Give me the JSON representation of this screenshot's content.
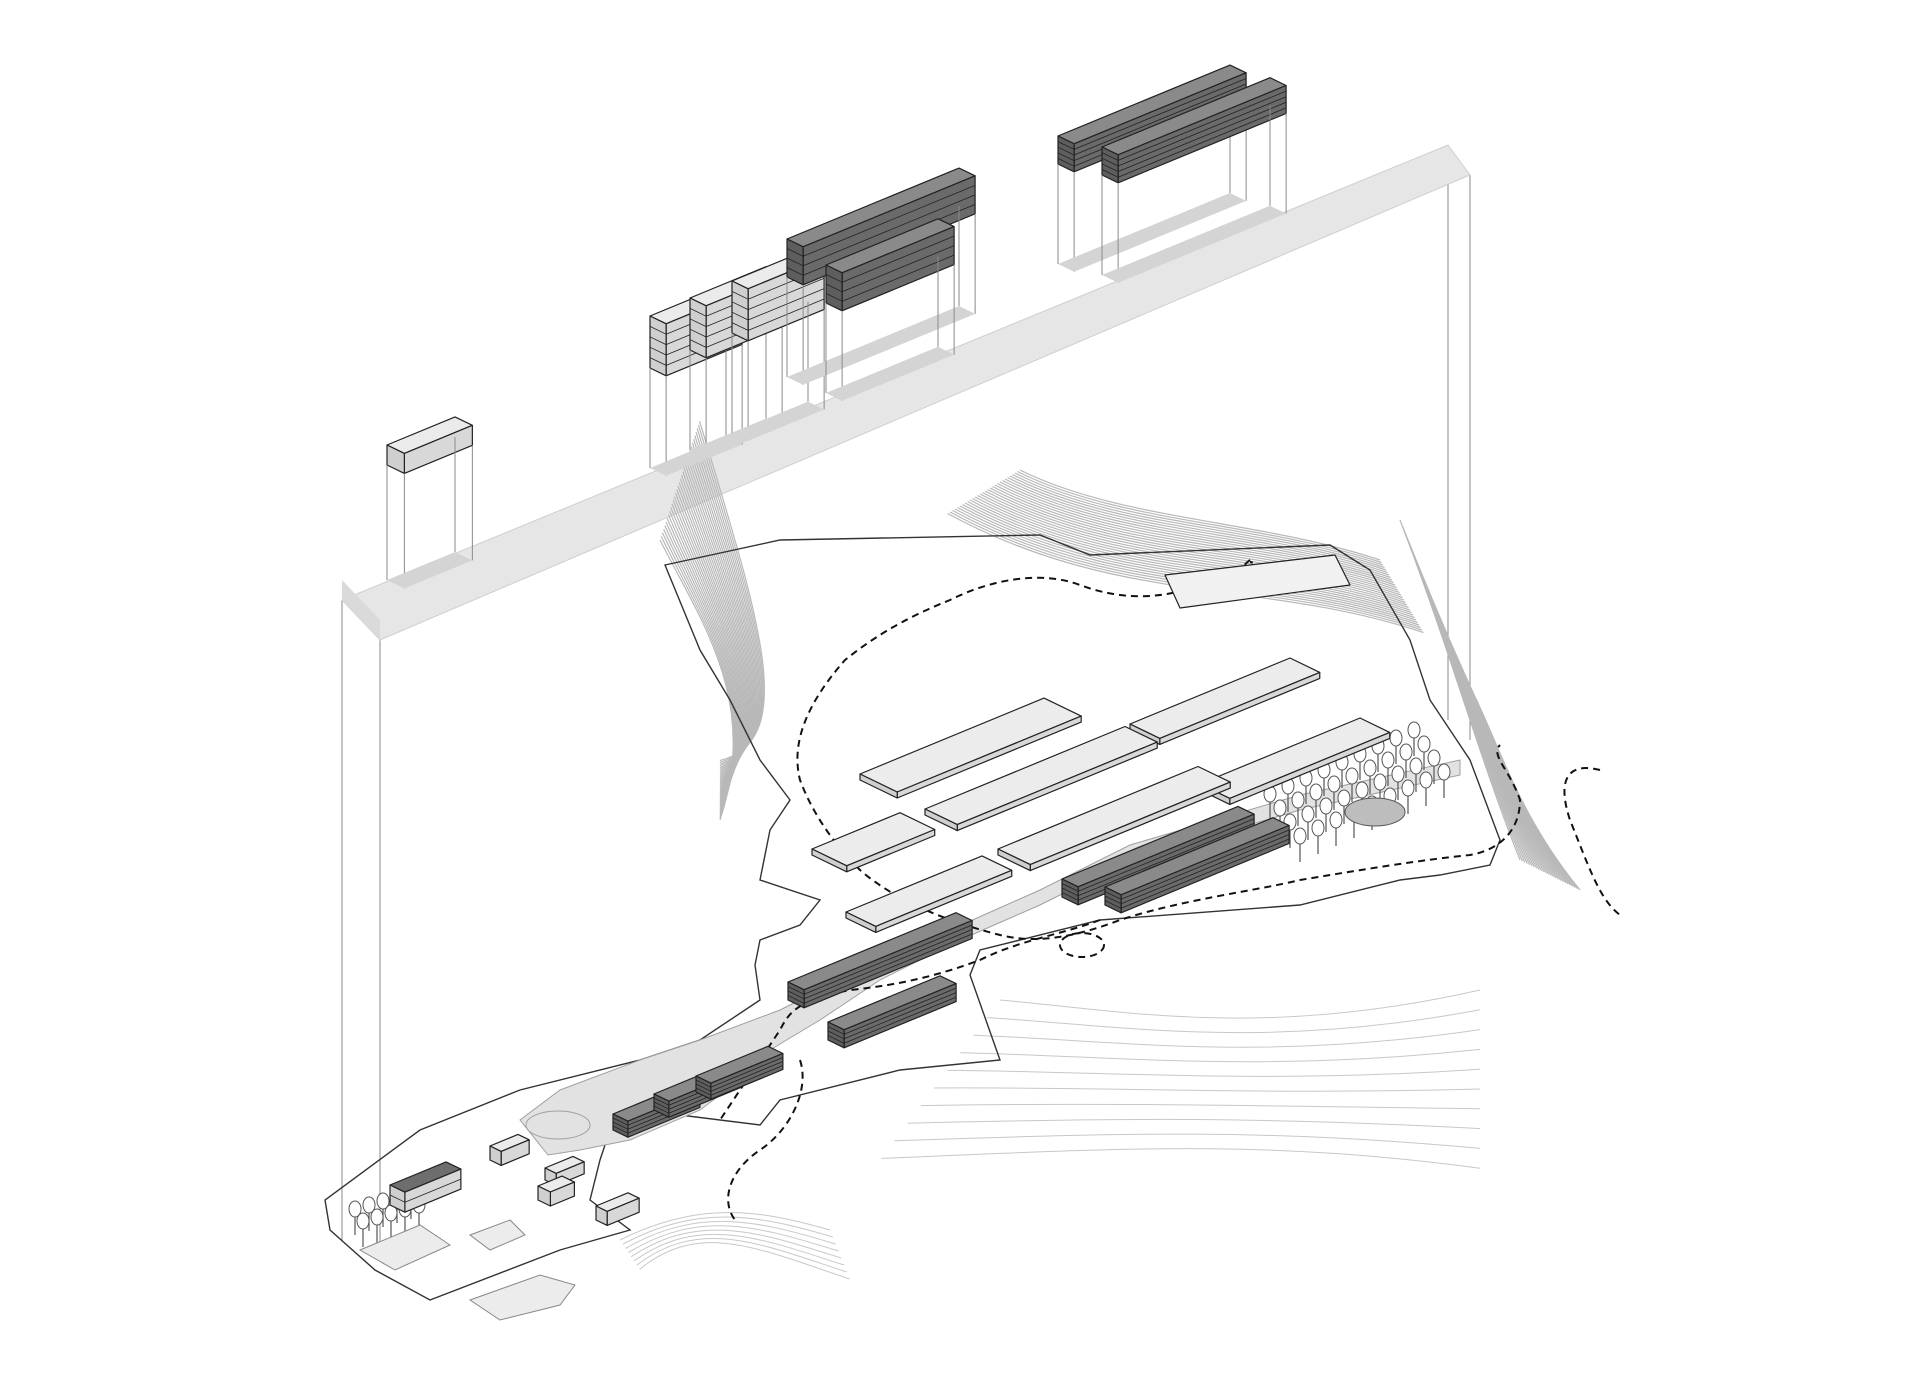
{
  "palette": {
    "plinth": "#e6e6e6",
    "existing_building": "#ebebeb",
    "planned_building": "#7a7a7a",
    "plot": "#ececec",
    "contour": "#b8b8b8",
    "line": "#222222"
  },
  "layers": [
    {
      "name": "extruded-buildings"
    },
    {
      "name": "floating-plane"
    },
    {
      "name": "site-plan"
    }
  ]
}
